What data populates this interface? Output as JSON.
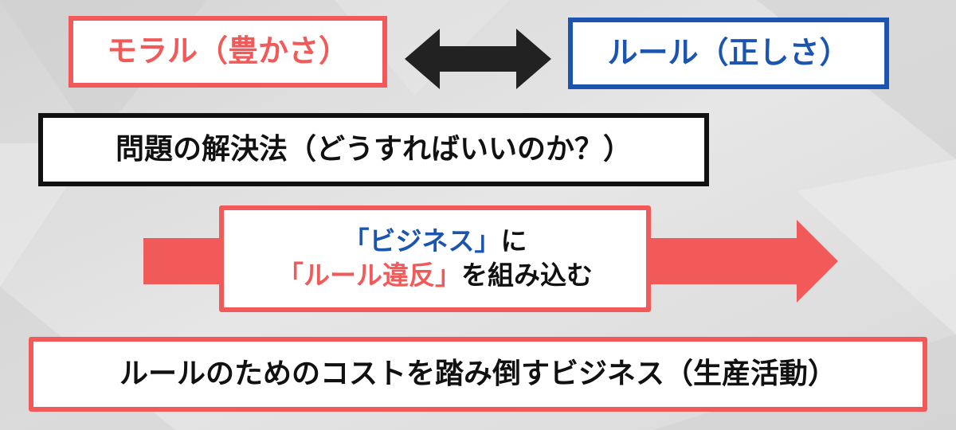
{
  "colors": {
    "accent_red": "#f25a5a",
    "accent_blue": "#1b55b0",
    "dark": "#111111",
    "background": "#dedede"
  },
  "moral_box": {
    "text": "モラル（豊かさ）"
  },
  "rule_box": {
    "text": "ルール（正しさ）"
  },
  "problem_box": {
    "text": "問題の解決法（どうすればいいのか？）"
  },
  "business_box": {
    "line1_highlight": "「ビジネス」",
    "line1_rest": "に",
    "line2_highlight": "「ルール違反」",
    "line2_rest": "を組み込む"
  },
  "cost_box": {
    "text": "ルールのためのコストを踏み倒すビジネス（生産活動）"
  },
  "icons": {
    "double_arrow": "double-headed-arrow-icon",
    "right_arrow": "right-arrow-icon"
  }
}
